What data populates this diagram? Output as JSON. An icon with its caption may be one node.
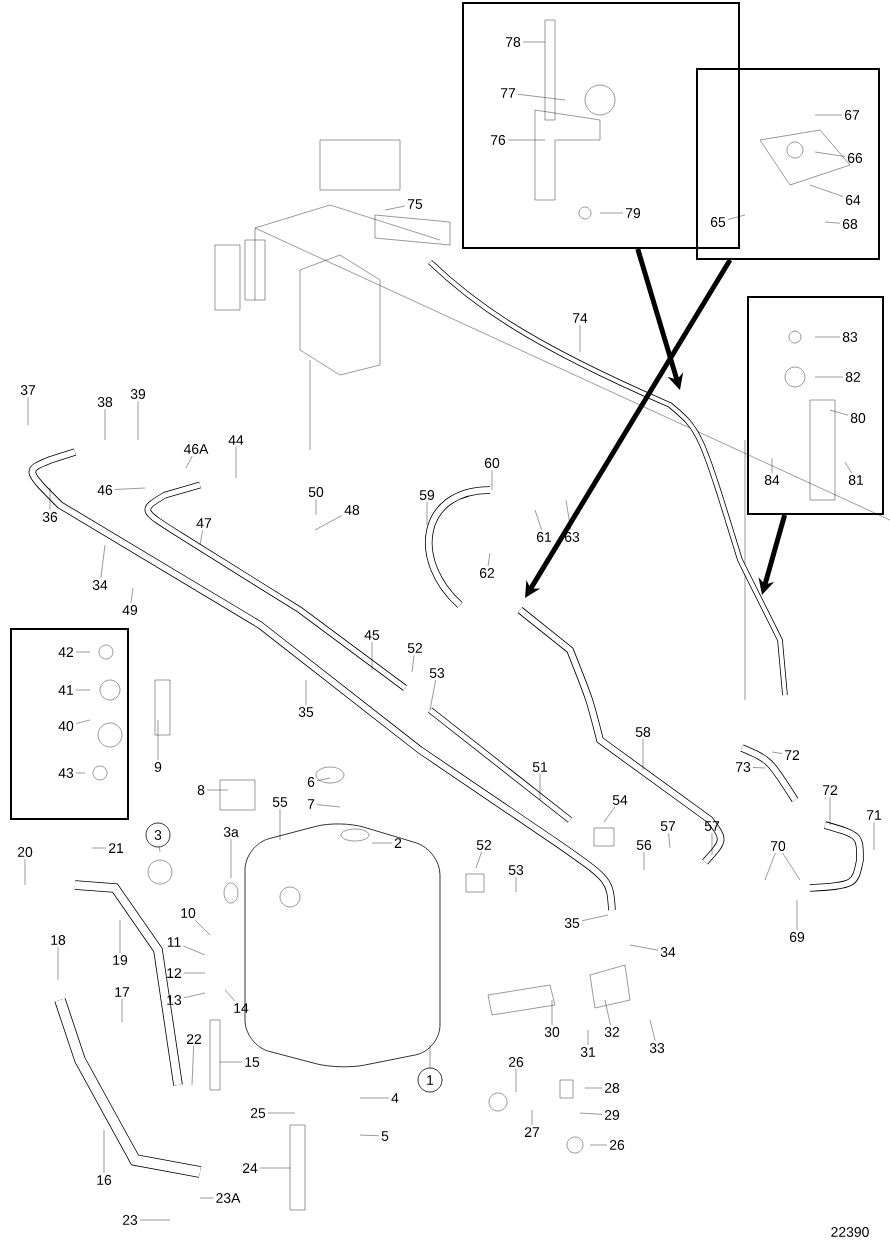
{
  "diagram": {
    "nodes": [
      {
        "text": [],
        "shape": "box"
      },
      {
        "text": [],
        "shape": "box"
      },
      {
        "text": [],
        "shape": "box"
      },
      {
        "text": [],
        "shape": "box"
      },
      {
        "text": [
          "78"
        ],
        "in": 0
      },
      {
        "text": [
          "77"
        ],
        "in": 0
      },
      {
        "text": [
          "76"
        ],
        "in": 0
      },
      {
        "text": [
          "79"
        ],
        "in": 0
      },
      {
        "text": [
          "67"
        ],
        "in": 1
      },
      {
        "text": [
          "66"
        ],
        "in": 1
      },
      {
        "text": [
          "64"
        ],
        "in": 1
      },
      {
        "text": [
          "65"
        ]
      },
      {
        "text": [
          "68"
        ],
        "in": 1
      },
      {
        "text": [
          "75"
        ]
      },
      {
        "text": [
          "74"
        ]
      },
      {
        "text": [
          "83"
        ],
        "in": 2
      },
      {
        "text": [
          "82"
        ],
        "in": 2
      },
      {
        "text": [
          "80"
        ],
        "in": 2
      },
      {
        "text": [
          "84"
        ],
        "in": 2
      },
      {
        "text": [
          "81"
        ],
        "in": 2
      },
      {
        "text": [
          "37"
        ]
      },
      {
        "text": [
          "38"
        ]
      },
      {
        "text": [
          "39"
        ]
      },
      {
        "text": [
          "46A"
        ]
      },
      {
        "text": [
          "44"
        ]
      },
      {
        "text": [
          "46"
        ]
      },
      {
        "text": [
          "50"
        ]
      },
      {
        "text": [
          "48"
        ]
      },
      {
        "text": [
          "47"
        ]
      },
      {
        "text": [
          "36"
        ]
      },
      {
        "text": [
          "34"
        ]
      },
      {
        "text": [
          "49"
        ]
      },
      {
        "text": [
          "60"
        ]
      },
      {
        "text": [
          "59"
        ]
      },
      {
        "text": [
          "63"
        ]
      },
      {
        "text": [
          "61"
        ]
      },
      {
        "text": [
          "62"
        ]
      },
      {
        "text": [
          "45"
        ]
      },
      {
        "text": [
          "52"
        ]
      },
      {
        "text": [
          "53"
        ]
      },
      {
        "text": [
          "35"
        ]
      },
      {
        "text": [
          "42"
        ],
        "in": 3
      },
      {
        "text": [
          "41"
        ],
        "in": 3
      },
      {
        "text": [
          "40"
        ],
        "in": 3
      },
      {
        "text": [
          "43"
        ],
        "in": 3
      },
      {
        "text": [
          "9"
        ]
      },
      {
        "text": [
          "58"
        ]
      },
      {
        "text": [
          "51"
        ]
      },
      {
        "text": [
          "73"
        ]
      },
      {
        "text": [
          "72"
        ]
      },
      {
        "text": [
          "72"
        ]
      },
      {
        "text": [
          "71"
        ]
      },
      {
        "text": [
          "8"
        ]
      },
      {
        "text": [
          "6"
        ]
      },
      {
        "text": [
          "7"
        ]
      },
      {
        "text": [
          "55"
        ]
      },
      {
        "text": [
          "54"
        ]
      },
      {
        "text": [
          "57"
        ]
      },
      {
        "text": [
          "57"
        ]
      },
      {
        "text": [
          "56"
        ]
      },
      {
        "text": [
          "70"
        ]
      },
      {
        "text": [
          "69"
        ]
      },
      {
        "text": [
          "3"
        ]
      },
      {
        "text": [
          "3a"
        ]
      },
      {
        "text": [
          "2"
        ]
      },
      {
        "text": [
          "52"
        ]
      },
      {
        "text": [
          "53"
        ]
      },
      {
        "text": [
          "35"
        ]
      },
      {
        "text": [
          "34"
        ]
      },
      {
        "text": [
          "20"
        ]
      },
      {
        "text": [
          "21"
        ]
      },
      {
        "text": [
          "19"
        ]
      },
      {
        "text": [
          "10"
        ]
      },
      {
        "text": [
          "11"
        ]
      },
      {
        "text": [
          "12"
        ]
      },
      {
        "text": [
          "13"
        ]
      },
      {
        "text": [
          "14"
        ]
      },
      {
        "text": [
          "15"
        ]
      },
      {
        "text": [
          "18"
        ]
      },
      {
        "text": [
          "17"
        ]
      },
      {
        "text": [
          "22"
        ]
      },
      {
        "text": [
          "16"
        ]
      },
      {
        "text": [
          "25"
        ]
      },
      {
        "text": [
          "24"
        ]
      },
      {
        "text": [
          "23A"
        ]
      },
      {
        "text": [
          "23"
        ]
      },
      {
        "text": [
          "1"
        ]
      },
      {
        "text": [
          "4"
        ]
      },
      {
        "text": [
          "5"
        ]
      },
      {
        "text": [
          "30"
        ]
      },
      {
        "text": [
          "31"
        ]
      },
      {
        "text": [
          "32"
        ]
      },
      {
        "text": [
          "33"
        ]
      },
      {
        "text": [
          "26"
        ]
      },
      {
        "text": [
          "27"
        ]
      },
      {
        "text": [
          "28"
        ]
      },
      {
        "text": [
          "29"
        ]
      },
      {
        "text": [
          "26"
        ]
      }
    ],
    "edges": [
      {
        "from": 4,
        "to": null,
        "arrow": "none"
      },
      {
        "from": 5,
        "to": null,
        "arrow": "none"
      },
      {
        "from": 6,
        "to": null,
        "arrow": "none"
      },
      {
        "from": 7,
        "to": null,
        "arrow": "none"
      },
      {
        "from": 8,
        "to": null,
        "arrow": "none"
      },
      {
        "from": 9,
        "to": null,
        "arrow": "none"
      },
      {
        "from": 10,
        "to": null,
        "arrow": "none"
      },
      {
        "from": 11,
        "to": null,
        "arrow": "none"
      },
      {
        "from": 12,
        "to": null,
        "arrow": "none"
      },
      {
        "from": 13,
        "to": null,
        "arrow": "none"
      },
      {
        "from": 14,
        "to": null,
        "arrow": "none"
      },
      {
        "from": 15,
        "to": null,
        "arrow": "none"
      },
      {
        "from": 16,
        "to": null,
        "arrow": "none"
      },
      {
        "from": 17,
        "to": null,
        "arrow": "none"
      },
      {
        "from": 18,
        "to": null,
        "arrow": "none"
      },
      {
        "from": 19,
        "to": null,
        "arrow": "none"
      },
      {
        "from": 20,
        "to": null,
        "arrow": "none"
      },
      {
        "from": 21,
        "to": null,
        "arrow": "none"
      },
      {
        "from": 22,
        "to": null,
        "arrow": "none"
      },
      {
        "from": 23,
        "to": null,
        "arrow": "none"
      },
      {
        "from": 24,
        "to": null,
        "arrow": "none"
      },
      {
        "from": 25,
        "to": null,
        "arrow": "none"
      },
      {
        "from": 26,
        "to": null,
        "arrow": "none"
      },
      {
        "from": 27,
        "to": null,
        "arrow": "none"
      },
      {
        "from": 28,
        "to": null,
        "arrow": "none"
      },
      {
        "from": 29,
        "to": null,
        "arrow": "none"
      },
      {
        "from": 30,
        "to": null,
        "arrow": "none"
      },
      {
        "from": 31,
        "to": null,
        "arrow": "none"
      },
      {
        "from": 32,
        "to": null,
        "arrow": "none"
      },
      {
        "from": 33,
        "to": null,
        "arrow": "none"
      },
      {
        "from": 34,
        "to": null,
        "arrow": "none"
      },
      {
        "from": 35,
        "to": null,
        "arrow": "none"
      },
      {
        "from": 36,
        "to": null,
        "arrow": "none"
      },
      {
        "from": 37,
        "to": null,
        "arrow": "none"
      },
      {
        "from": 38,
        "to": null,
        "arrow": "none"
      },
      {
        "from": 39,
        "to": null,
        "arrow": "none"
      },
      {
        "from": 40,
        "to": null,
        "arrow": "none"
      },
      {
        "from": 41,
        "to": null,
        "arrow": "none"
      },
      {
        "from": 42,
        "to": null,
        "arrow": "none"
      },
      {
        "from": 43,
        "to": null,
        "arrow": "none"
      },
      {
        "from": 44,
        "to": null,
        "arrow": "none"
      },
      {
        "from": 45,
        "to": null,
        "arrow": "none"
      },
      {
        "from": 46,
        "to": null,
        "arrow": "none"
      },
      {
        "from": 47,
        "to": null,
        "arrow": "none"
      },
      {
        "from": 48,
        "to": null,
        "arrow": "none"
      },
      {
        "from": 49,
        "to": null,
        "arrow": "none"
      },
      {
        "from": 50,
        "to": null,
        "arrow": "none"
      },
      {
        "from": 51,
        "to": null,
        "arrow": "none"
      },
      {
        "from": 52,
        "to": null,
        "arrow": "none"
      },
      {
        "from": 53,
        "to": null,
        "arrow": "none"
      },
      {
        "from": 54,
        "to": null,
        "arrow": "none"
      },
      {
        "from": 55,
        "to": null,
        "arrow": "none"
      },
      {
        "from": 56,
        "to": null,
        "arrow": "none"
      },
      {
        "from": 57,
        "to": null,
        "arrow": "none"
      },
      {
        "from": 58,
        "to": null,
        "arrow": "none"
      },
      {
        "from": 59,
        "to": null,
        "arrow": "none"
      },
      {
        "from": 60,
        "to": null,
        "arrow": "none"
      },
      {
        "from": 61,
        "to": null,
        "arrow": "none"
      },
      {
        "from": 62,
        "to": null,
        "arrow": "none"
      },
      {
        "from": 63,
        "to": null,
        "arrow": "none"
      },
      {
        "from": 64,
        "to": null,
        "arrow": "none"
      },
      {
        "from": 65,
        "to": null,
        "arrow": "none"
      },
      {
        "from": 66,
        "to": null,
        "arrow": "none"
      },
      {
        "from": 67,
        "to": null,
        "arrow": "none"
      },
      {
        "from": 68,
        "to": null,
        "arrow": "none"
      },
      {
        "from": 69,
        "to": null,
        "arrow": "none"
      },
      {
        "from": 70,
        "to": null,
        "arrow": "none"
      },
      {
        "from": 71,
        "to": null,
        "arrow": "none"
      },
      {
        "from": 72,
        "to": null,
        "arrow": "none"
      },
      {
        "from": 73,
        "to": null,
        "arrow": "none"
      },
      {
        "from": 74,
        "to": null,
        "arrow": "none"
      },
      {
        "from": 75,
        "to": null,
        "arrow": "none"
      },
      {
        "from": 76,
        "to": null,
        "arrow": "none"
      },
      {
        "from": 77,
        "to": null,
        "arrow": "none"
      },
      {
        "from": 78,
        "to": null,
        "arrow": "none"
      },
      {
        "from": 79,
        "to": null,
        "arrow": "none"
      },
      {
        "from": 80,
        "to": null,
        "arrow": "none"
      },
      {
        "from": 81,
        "to": null,
        "arrow": "none"
      },
      {
        "from": 82,
        "to": null,
        "arrow": "none"
      },
      {
        "from": 83,
        "to": null,
        "arrow": "none"
      },
      {
        "from": 84,
        "to": null,
        "arrow": "none"
      },
      {
        "from": 85,
        "to": null,
        "arrow": "none"
      },
      {
        "from": 86,
        "to": null,
        "arrow": "none"
      },
      {
        "from": 87,
        "to": null,
        "arrow": "none"
      },
      {
        "from": 88,
        "to": null,
        "arrow": "none"
      },
      {
        "from": 89,
        "to": null,
        "arrow": "none"
      },
      {
        "from": 90,
        "to": null,
        "arrow": "none"
      },
      {
        "from": 91,
        "to": null,
        "arrow": "none"
      },
      {
        "from": 92,
        "to": null,
        "arrow": "none"
      },
      {
        "from": 93,
        "to": null,
        "arrow": "none"
      },
      {
        "from": 94,
        "to": null,
        "arrow": "none"
      },
      {
        "from": 95,
        "to": null,
        "arrow": "none"
      },
      {
        "from": 96,
        "to": null,
        "arrow": "none"
      },
      {
        "from": 97,
        "to": null,
        "arrow": "none"
      },
      {
        "from": 60,
        "to": null,
        "arrow": "none"
      },
      {
        "from": 0,
        "to": null,
        "arrow": "to",
        "style": "thick"
      },
      {
        "from": 1,
        "to": null,
        "arrow": "to",
        "style": "thick"
      },
      {
        "from": 2,
        "to": null,
        "arrow": "to",
        "style": "thick"
      }
    ],
    "labels": [
      "22390"
    ]
  }
}
